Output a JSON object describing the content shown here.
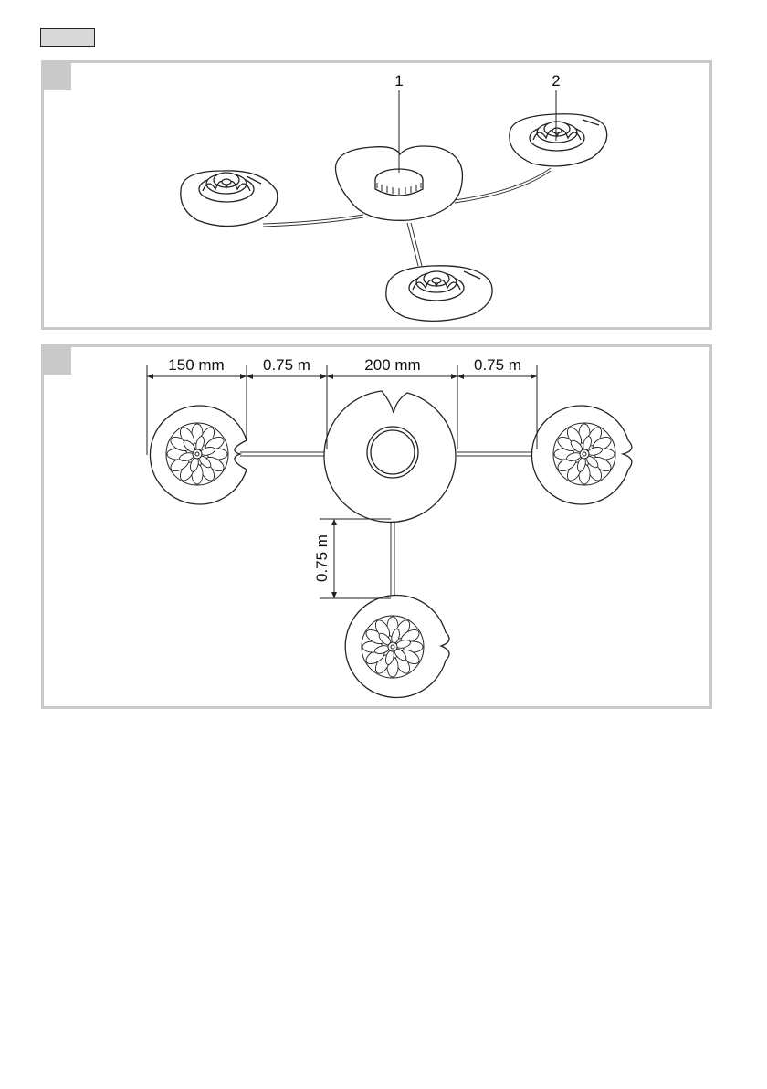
{
  "page": {
    "language_tab": ""
  },
  "figure_a": {
    "corner_label": "",
    "callouts": [
      {
        "label": "1"
      },
      {
        "label": "2"
      }
    ]
  },
  "figure_b": {
    "corner_label": "",
    "dimensions": [
      {
        "text": "150 mm"
      },
      {
        "text": "0.75 m"
      },
      {
        "text": "200 mm"
      },
      {
        "text": "0.75 m"
      },
      {
        "text": "0.75 m"
      }
    ]
  }
}
